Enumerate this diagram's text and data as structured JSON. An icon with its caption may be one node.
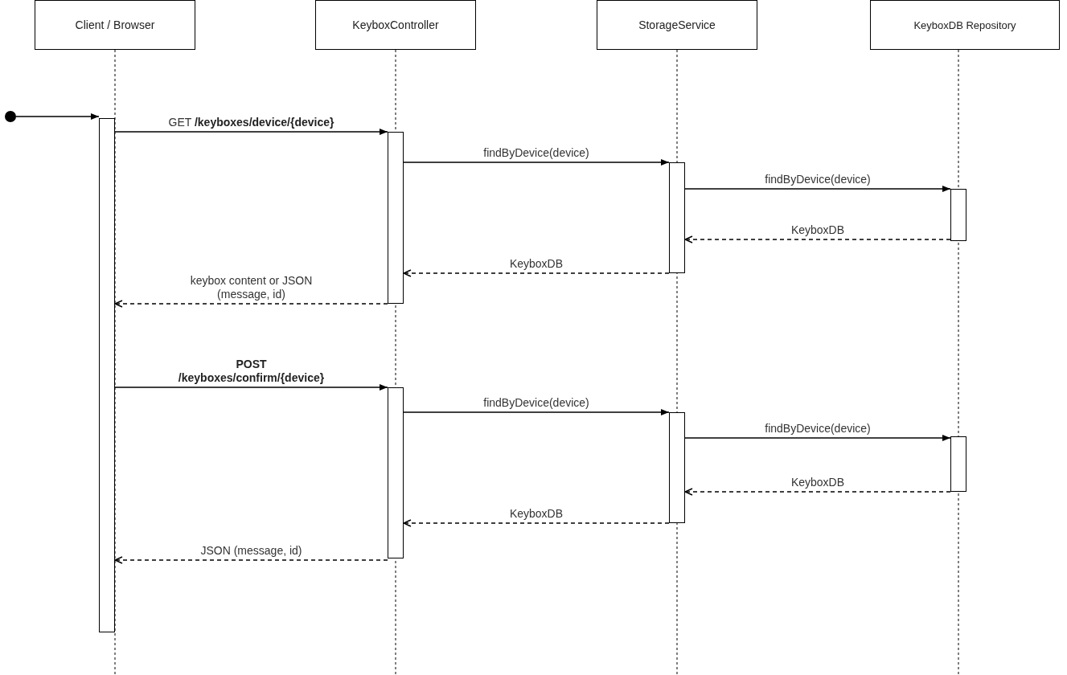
{
  "diagram": {
    "nodes": [
      {
        "text": [
          "Client / Browser"
        ]
      },
      {
        "text": [
          "KeyboxController"
        ]
      },
      {
        "text": [
          "StorageService"
        ]
      },
      {
        "text": [
          "KeyboxDB Repository"
        ]
      },
      {
        "text": [],
        "shape": "circle"
      },
      {
        "text": [],
        "shape": "bar"
      },
      {
        "text": [],
        "shape": "bar"
      },
      {
        "text": [],
        "shape": "bar"
      },
      {
        "text": [],
        "shape": "bar"
      },
      {
        "text": [],
        "shape": "bar"
      },
      {
        "text": [],
        "shape": "bar"
      },
      {
        "text": [],
        "shape": "bar"
      }
    ],
    "edges": [
      {
        "from": 4,
        "to": 5,
        "arrow": "to"
      },
      {
        "from": 5,
        "to": 6,
        "arrow": "to",
        "label": "GET **/keyboxes/device/{device}**"
      },
      {
        "from": 6,
        "to": 7,
        "arrow": "to",
        "label": "findByDevice(device)"
      },
      {
        "from": 7,
        "to": 8,
        "arrow": "to",
        "label": "findByDevice(device)"
      },
      {
        "from": 8,
        "to": 7,
        "arrow": "to",
        "label": "KeyboxDB",
        "style": "dashed"
      },
      {
        "from": 7,
        "to": 6,
        "arrow": "to",
        "label": "KeyboxDB",
        "style": "dashed"
      },
      {
        "from": 6,
        "to": 5,
        "arrow": "to",
        "label": "keybox content or JSON (message, id)",
        "style": "dashed"
      },
      {
        "from": 5,
        "to": 9,
        "arrow": "to",
        "label": "**POST /keyboxes/confirm/{device}**"
      },
      {
        "from": 9,
        "to": 10,
        "arrow": "to",
        "label": "findByDevice(device)"
      },
      {
        "from": 10,
        "to": 11,
        "arrow": "to",
        "label": "findByDevice(device)"
      },
      {
        "from": 11,
        "to": 10,
        "arrow": "to",
        "label": "KeyboxDB",
        "style": "dashed"
      },
      {
        "from": 10,
        "to": 9,
        "arrow": "to",
        "label": "KeyboxDB",
        "style": "dashed"
      },
      {
        "from": 9,
        "to": 5,
        "arrow": "to",
        "label": "JSON (message, id)",
        "style": "dashed"
      }
    ]
  }
}
